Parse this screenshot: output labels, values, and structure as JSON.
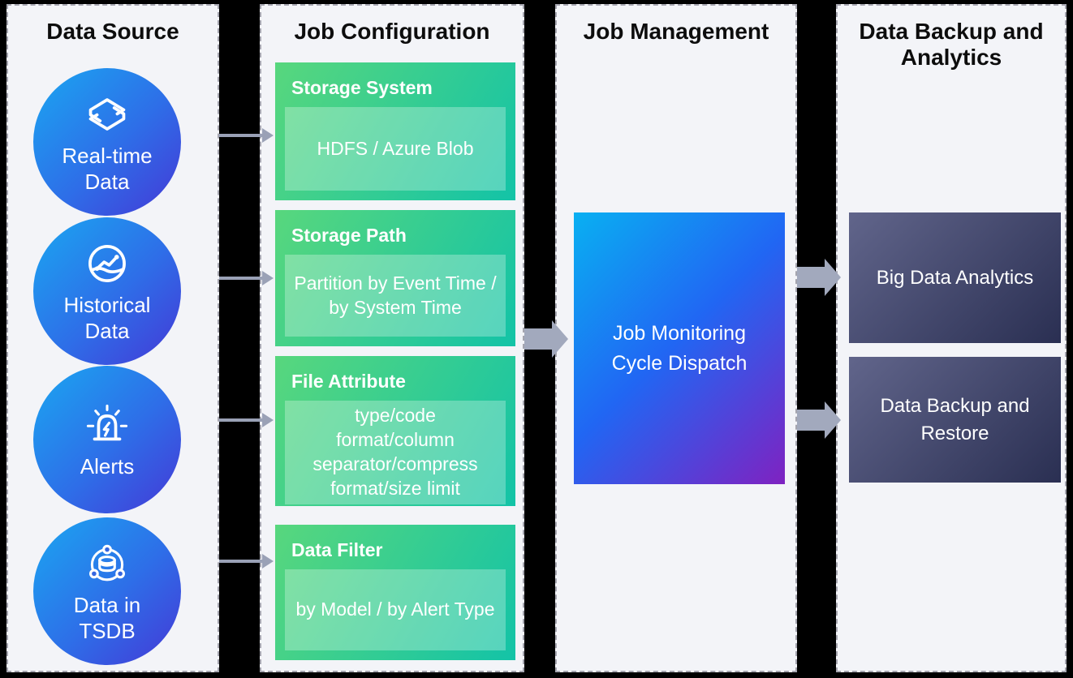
{
  "diagram": {
    "data_source": {
      "title": "Data Source",
      "items": [
        {
          "label": "Real-time Data",
          "icon": "stream-cube-icon"
        },
        {
          "label": "Historical Data",
          "icon": "trend-chart-icon"
        },
        {
          "label": "Alerts",
          "icon": "siren-icon"
        },
        {
          "label": "Data in TSDB",
          "icon": "database-orbit-icon"
        }
      ]
    },
    "job_configuration": {
      "title": "Job Configuration",
      "boxes": [
        {
          "title": "Storage System",
          "body": "HDFS / Azure Blob"
        },
        {
          "title": "Storage Path",
          "body": "Partition by Event Time /  by System Time"
        },
        {
          "title": "File Attribute",
          "body": "type/code format/column separator/compress format/size limit"
        },
        {
          "title": "Data Filter",
          "body": "by Model / by Alert Type"
        }
      ]
    },
    "job_management": {
      "title": "Job Management",
      "box": {
        "body": "Job Monitoring Cycle Dispatch"
      }
    },
    "backup_analytics": {
      "title": "Data Backup and Analytics",
      "boxes": [
        {
          "body": "Big Data Analytics"
        },
        {
          "body": "Data Backup and Restore"
        }
      ]
    },
    "colors": {
      "panel_background": "#f3f4f8",
      "circle_gradient_start": "#1aa7f1",
      "circle_gradient_end": "#4538d6",
      "green_gradient_start": "#58d77d",
      "green_gradient_end": "#13c3a7",
      "blue_gradient_start": "#09b0f2",
      "blue_gradient_end": "#7f22c1",
      "dark_gradient_start": "#61658b",
      "dark_gradient_end": "#2a2f52",
      "arrow": "#a2a9bd"
    }
  }
}
